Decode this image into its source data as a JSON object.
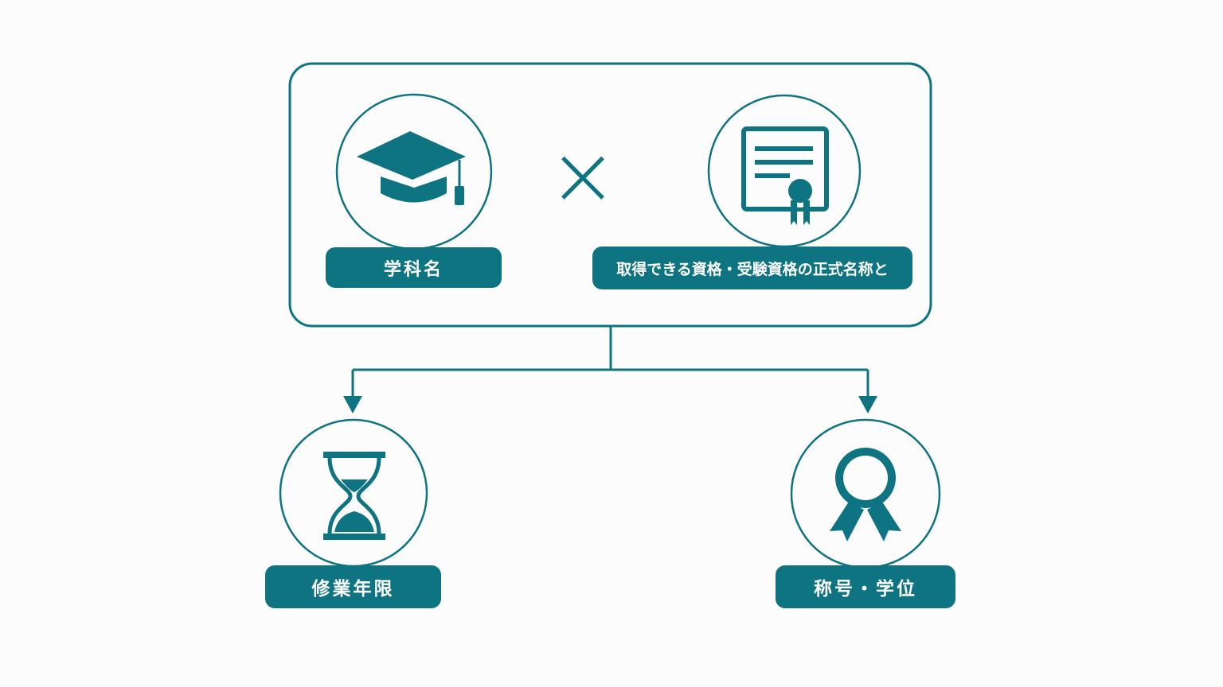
{
  "colors": {
    "accent": "#0f7482",
    "background": "#fcfcfc",
    "label_text": "#ffffff"
  },
  "top_group": {
    "left_item": {
      "icon": "graduation-cap-icon",
      "label": "学科名"
    },
    "operator": "×",
    "right_item": {
      "icon": "certificate-icon",
      "label": "取得できる資格・受験資格の正式名称と"
    }
  },
  "outputs": [
    {
      "icon": "hourglass-icon",
      "label": "修業年限"
    },
    {
      "icon": "award-ribbon-icon",
      "label": "称号・学位"
    }
  ]
}
